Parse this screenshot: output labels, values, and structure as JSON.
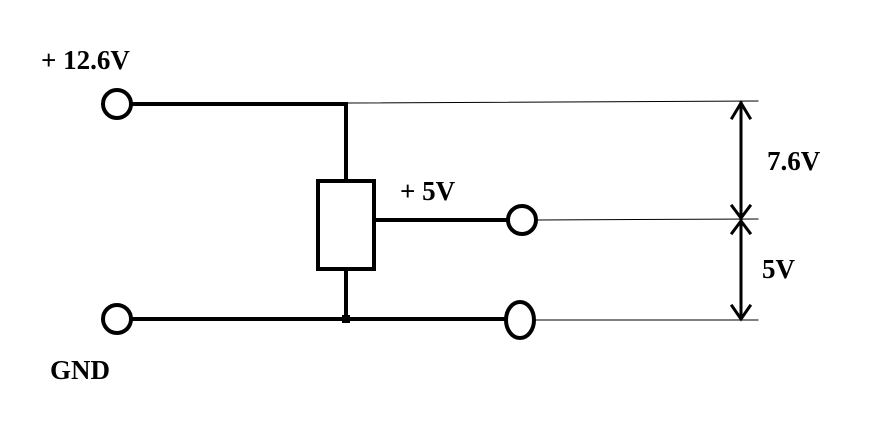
{
  "labels": {
    "supply": "+ 12.6V",
    "ground": "GND",
    "output": "+ 5V",
    "upper_drop": "7.6V",
    "lower_drop": "5V"
  }
}
